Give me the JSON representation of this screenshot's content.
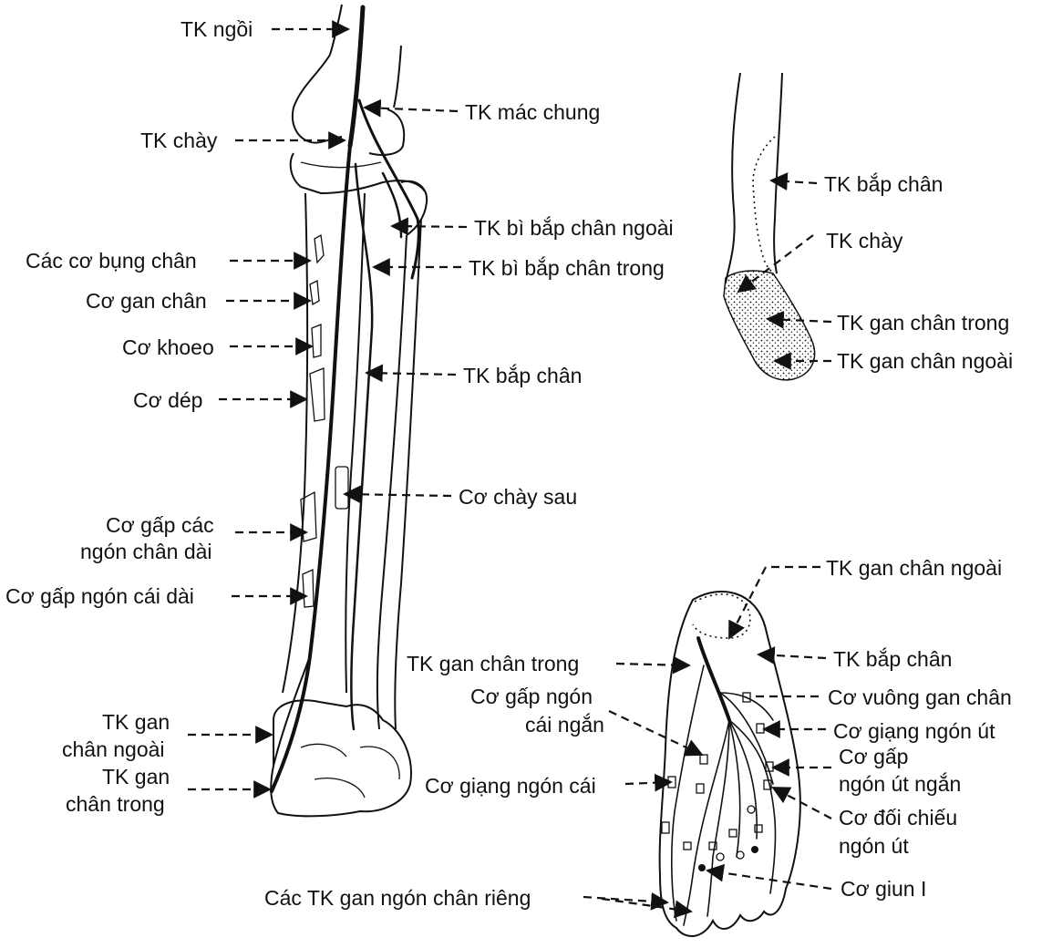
{
  "leg_labels": {
    "tk_ngoi": "TK ngồi",
    "tk_mac_chung": "TK mác chung",
    "tk_chay": "TK chày",
    "tk_bi_bap_chan_ngoai": "TK bì bắp chân ngoài",
    "tk_bi_bap_chan_trong": "TK bì bắp chân trong",
    "cac_co_bung_chan": "Các cơ bụng chân",
    "co_gan_chan": "Cơ gan chân",
    "co_khoeo": "Cơ khoeo",
    "co_dep": "Cơ dép",
    "tk_bap_chan": "TK bắp chân",
    "co_chay_sau": "Cơ chày sau",
    "co_gap_cac_ngon_chan_dai_1": "Cơ gấp các",
    "co_gap_cac_ngon_chan_dai_2": "ngón chân dài",
    "co_gap_ngon_cai_dai": "Cơ gấp ngón cái dài",
    "tk_gan_chan_ngoai_1": "TK gan",
    "tk_gan_chan_ngoai_2": "chân ngoài",
    "tk_gan_chan_trong_1": "TK gan",
    "tk_gan_chan_trong_2": "chân trong"
  },
  "inset_labels": {
    "tk_bap_chan": "TK bắp chân",
    "tk_chay": "TK chày",
    "tk_gan_chan_trong": "TK gan chân trong",
    "tk_gan_chan_ngoai": "TK gan chân ngoài"
  },
  "foot_labels": {
    "tk_gan_chan_ngoai": "TK gan chân ngoài",
    "tk_gan_chan_trong": "TK gan chân trong",
    "tk_bap_chan": "TK bắp chân",
    "co_gap_ngon_cai_ngan_1": "Cơ gấp ngón",
    "co_gap_ngon_cai_ngan_2": "cái ngắn",
    "co_vuong_gan_chan": "Cơ vuông gan chân",
    "co_giang_ngon_ut": "Cơ giạng ngón út",
    "co_gap_ngon_ut_ngan_1": "Cơ gấp",
    "co_gap_ngon_ut_ngan_2": "ngón út ngắn",
    "co_giang_ngon_cai": "Cơ giạng ngón cái",
    "co_doi_chieu_ngon_ut_1": "Cơ đối chiếu",
    "co_doi_chieu_ngon_ut_2": "ngón út",
    "cac_tk_gan_ngon_chan_rieng": "Các TK gan ngón chân riêng",
    "co_giun_i": "Cơ giun I"
  }
}
